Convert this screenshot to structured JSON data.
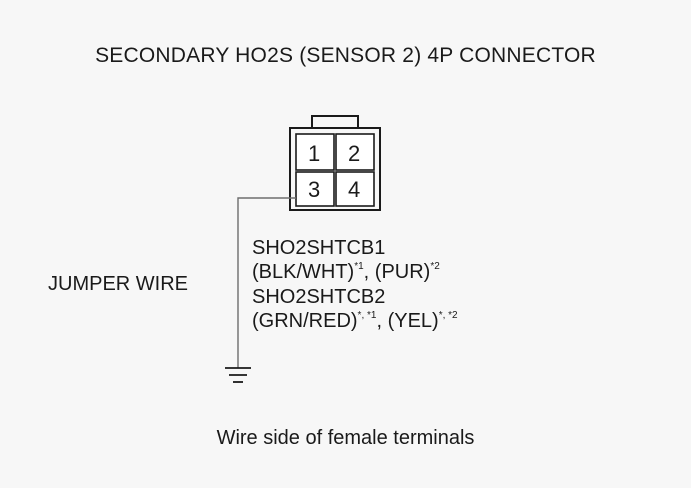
{
  "title": "SECONDARY HO2S (SENSOR 2) 4P CONNECTOR",
  "connector": {
    "pins": [
      "1",
      "2",
      "3",
      "4"
    ]
  },
  "labels": {
    "jumper_wire": "JUMPER WIRE",
    "signal_1": "SHO2SHTCB1",
    "signal_1_wire_a": "(BLK/WHT)",
    "signal_1_wire_a_note": "*1",
    "signal_1_separator": ", ",
    "signal_1_wire_b": "(PUR)",
    "signal_1_wire_b_note": "*2",
    "signal_2": "SHO2SHTCB2",
    "signal_2_wire_a": "(GRN/RED)",
    "signal_2_wire_a_note": "*, *1",
    "signal_2_separator": ", ",
    "signal_2_wire_b": "(YEL)",
    "signal_2_wire_b_note": "*, *2"
  },
  "caption": "Wire side of female terminals"
}
